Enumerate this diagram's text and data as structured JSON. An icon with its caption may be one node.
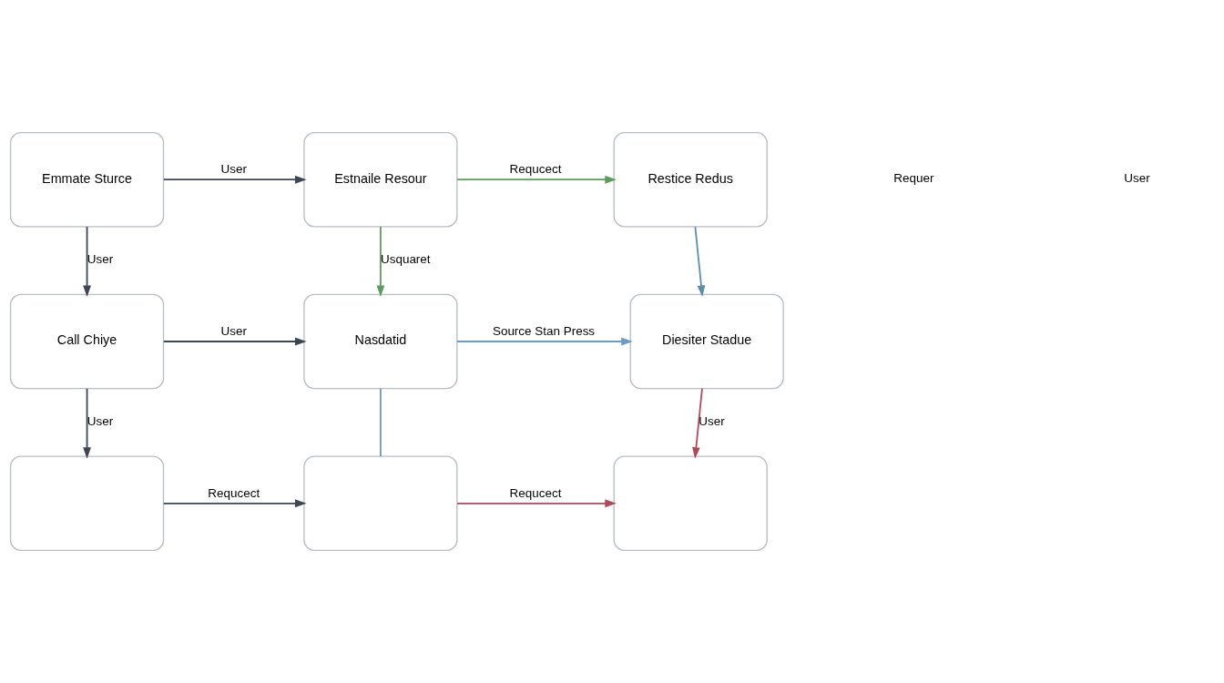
{
  "diagram": {
    "nodes": [
      {
        "text": [
          "Emmate Sturce"
        ]
      },
      {
        "text": [
          "Estnaile Resour"
        ]
      },
      {
        "text": [
          "Restice Redus"
        ]
      },
      {
        "text": [
          "Call Chiye"
        ]
      },
      {
        "text": [
          "Nasdatid"
        ]
      },
      {
        "text": [
          "Diesiter Stadue"
        ]
      },
      {
        "text": [],
        "shape": "box"
      },
      {
        "text": [],
        "shape": "box"
      },
      {
        "text": [],
        "shape": "box"
      }
    ],
    "edges": [
      {
        "from": 0,
        "to": 1,
        "arrow": "to",
        "label": "User"
      },
      {
        "from": 1,
        "to": 2,
        "arrow": "to",
        "label": "Requcect",
        "color": "#5a9e5a"
      },
      {
        "from": 0,
        "to": 3,
        "arrow": "to",
        "label": "User"
      },
      {
        "from": 1,
        "to": 4,
        "arrow": "to",
        "label": "Usquaret",
        "color": "#5a9e5a"
      },
      {
        "from": 2,
        "to": 5,
        "arrow": "to",
        "color": "#5b8fa8"
      },
      {
        "from": 3,
        "to": 4,
        "arrow": "to",
        "label": "User"
      },
      {
        "from": 4,
        "to": 5,
        "arrow": "to",
        "label": "Source Stan Press",
        "color": "#6a9bc4"
      },
      {
        "from": 3,
        "to": 6,
        "arrow": "to",
        "label": "User"
      },
      {
        "from": 4,
        "to": 7,
        "arrow": "none",
        "color": "#6a9bc4"
      },
      {
        "from": 5,
        "to": 8,
        "arrow": "to",
        "label": "User",
        "color": "#b04a5a"
      },
      {
        "from": 6,
        "to": 7,
        "arrow": "to",
        "label": "Requcect"
      },
      {
        "from": 7,
        "to": 8,
        "arrow": "to",
        "label": "Requcect",
        "color": "#b04a5a"
      }
    ],
    "labels": [
      "Requer",
      "User"
    ]
  }
}
